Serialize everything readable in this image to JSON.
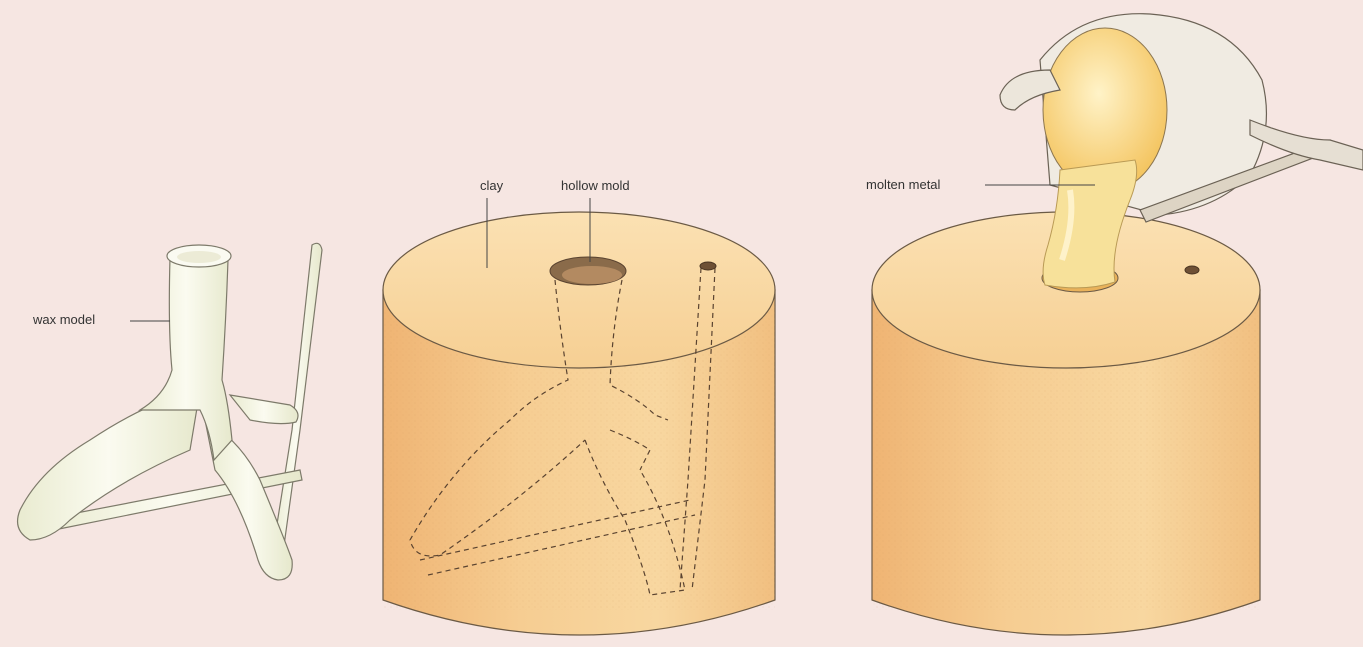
{
  "labels": {
    "wax_model": "wax model",
    "clay": "clay",
    "hollow_mold": "hollow mold",
    "molten_metal": "molten metal"
  },
  "colors": {
    "background": "#f6e6e2",
    "clay_light": "#f9d9a4",
    "clay_side": "#f3c17e",
    "wax": "#f4f3e2",
    "metal": "#fbe7a6",
    "crucible": "#efeae1"
  }
}
